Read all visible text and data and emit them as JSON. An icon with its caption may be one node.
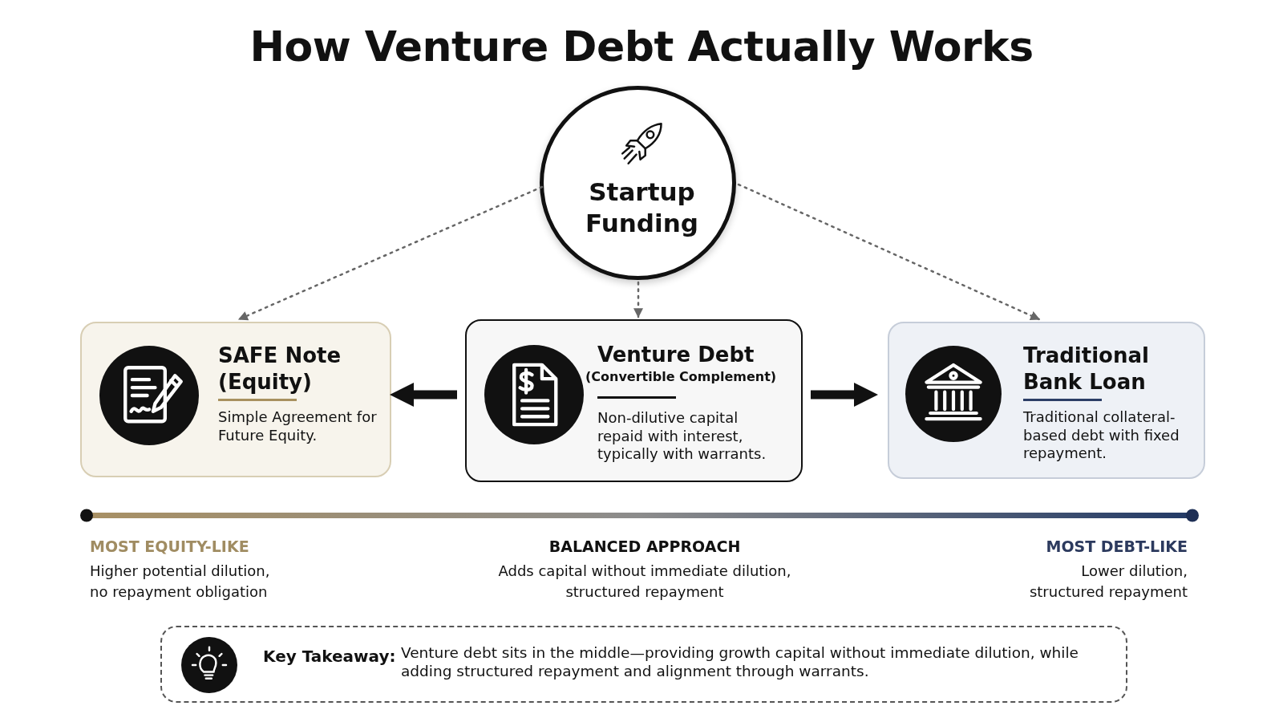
{
  "diagram": {
    "title": "How Venture Debt Actually Works",
    "nodes": [
      {
        "text": [
          "Startup Funding"
        ]
      },
      {
        "text": [
          "SAFE Note (Equity)",
          "Simple Agreement for Future Equity."
        ]
      },
      {
        "text": [
          "Venture Debt",
          "(Convertible Complement)",
          "Non-dilutive capital repaid with interest, typically with warrants."
        ]
      },
      {
        "text": [
          "Traditional Bank Loan",
          "Traditional collateral-based debt with fixed repayment."
        ]
      },
      {
        "text": [
          "Key Takeaway:",
          "Venture debt sits in the middle—providing growth capital without immediate dilution, while adding structured repayment and alignment through warrants."
        ]
      }
    ],
    "edges": [
      {
        "from": 0,
        "to": 1,
        "arrow": "to",
        "style": "dashed"
      },
      {
        "from": 0,
        "to": 2,
        "arrow": "to",
        "style": "dashed"
      },
      {
        "from": 0,
        "to": 3,
        "arrow": "to",
        "style": "dashed"
      },
      {
        "from": 2,
        "to": 1,
        "arrow": "to",
        "style": "thick",
        "color": "#111111"
      },
      {
        "from": 2,
        "to": 3,
        "arrow": "to",
        "style": "thick",
        "color": "#111111"
      }
    ],
    "labels": [
      "MOST EQUITY-LIKE",
      "Higher potential dilution, no repayment obligation",
      "BALANCED APPROACH",
      "Adds capital without immediate dilution, structured repayment",
      "MOST DEBT-LIKE",
      "Lower dilution, structured repayment"
    ]
  }
}
